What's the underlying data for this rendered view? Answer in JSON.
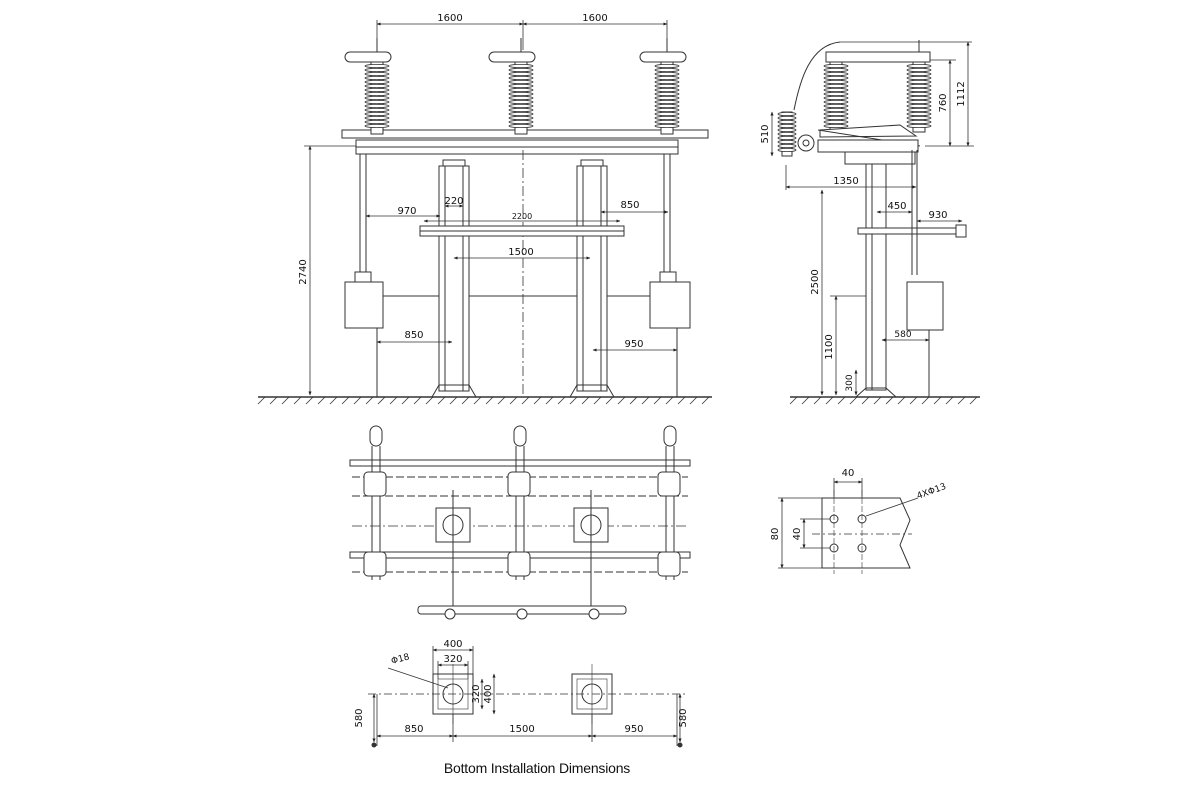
{
  "caption": "Bottom Installation Dimensions",
  "front_view": {
    "dims": {
      "pitch_left": "1600",
      "pitch_right": "1600",
      "height_total": "2740",
      "col_spacing_top": "2200",
      "box_offset_left": "970",
      "col_width": "220",
      "box_offset_right": "850",
      "col_spacing_mid": "1500",
      "box_left_dist": "850",
      "box_right_dist": "950"
    }
  },
  "side_view": {
    "dims": {
      "insulator_h": "760",
      "overall_top": "1112",
      "arrester_h": "510",
      "base_len": "1350",
      "mech_offset": "450",
      "arm_len": "930",
      "post_h": "2500",
      "box_h": "1100",
      "box_depth": "580",
      "foot_h": "300"
    }
  },
  "bolt_detail": {
    "dims": {
      "hole_spacing_x": "40",
      "hole_spacing_y": "40",
      "plate_h": "80",
      "holes": "4XΦ13"
    }
  },
  "bottom_install": {
    "dims": {
      "plate_outer": "400",
      "plate_inner": "320",
      "hole_dia": "Φ18",
      "plate_inner_v": "320",
      "plate_outer_v": "400",
      "left_off": "580",
      "right_off": "580",
      "dist_left": "850",
      "dist_mid": "1500",
      "dist_right": "950"
    }
  }
}
